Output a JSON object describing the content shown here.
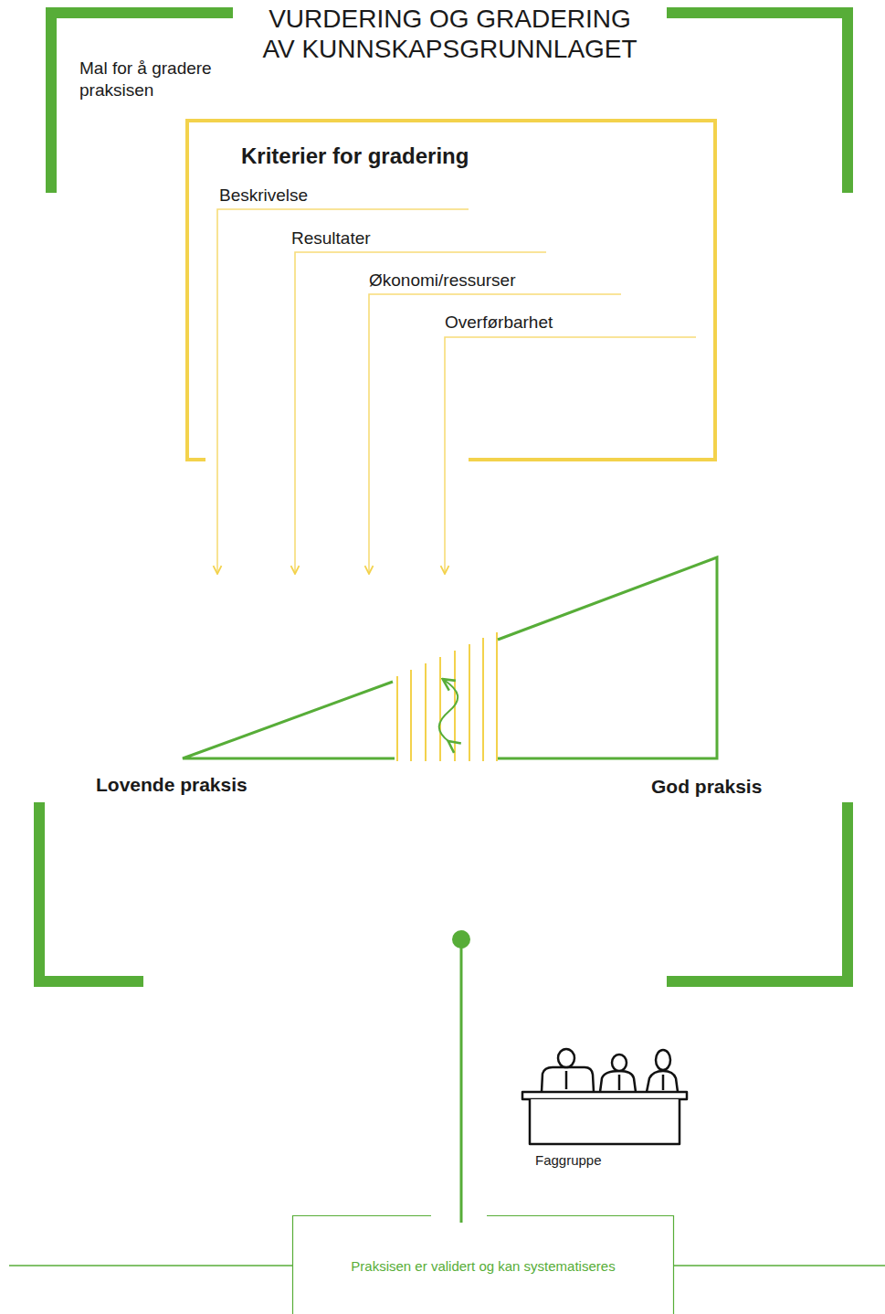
{
  "diagram": {
    "title": "VURDERING OG GRADERING AV KUNNSKAPSGRUNNLAGET",
    "nodes": [
      {
        "text": [
          "Mal for å gradere praksisen"
        ]
      },
      {
        "text": [
          "Kriterier for gradering"
        ],
        "in": 0
      },
      {
        "text": [
          "Lovende praksis"
        ],
        "in": 0
      },
      {
        "text": [
          "God praksis"
        ],
        "in": 0
      },
      {
        "text": [
          "Praksisen er validert og kan systematiseres"
        ]
      }
    ],
    "edges": [
      {
        "from": 0,
        "to": 4,
        "arrow": "none"
      }
    ],
    "labels": [
      "Beskrivelse",
      "Resultater",
      "Økonomi/ressurser",
      "Overførbarhet",
      "Faggruppe"
    ]
  }
}
